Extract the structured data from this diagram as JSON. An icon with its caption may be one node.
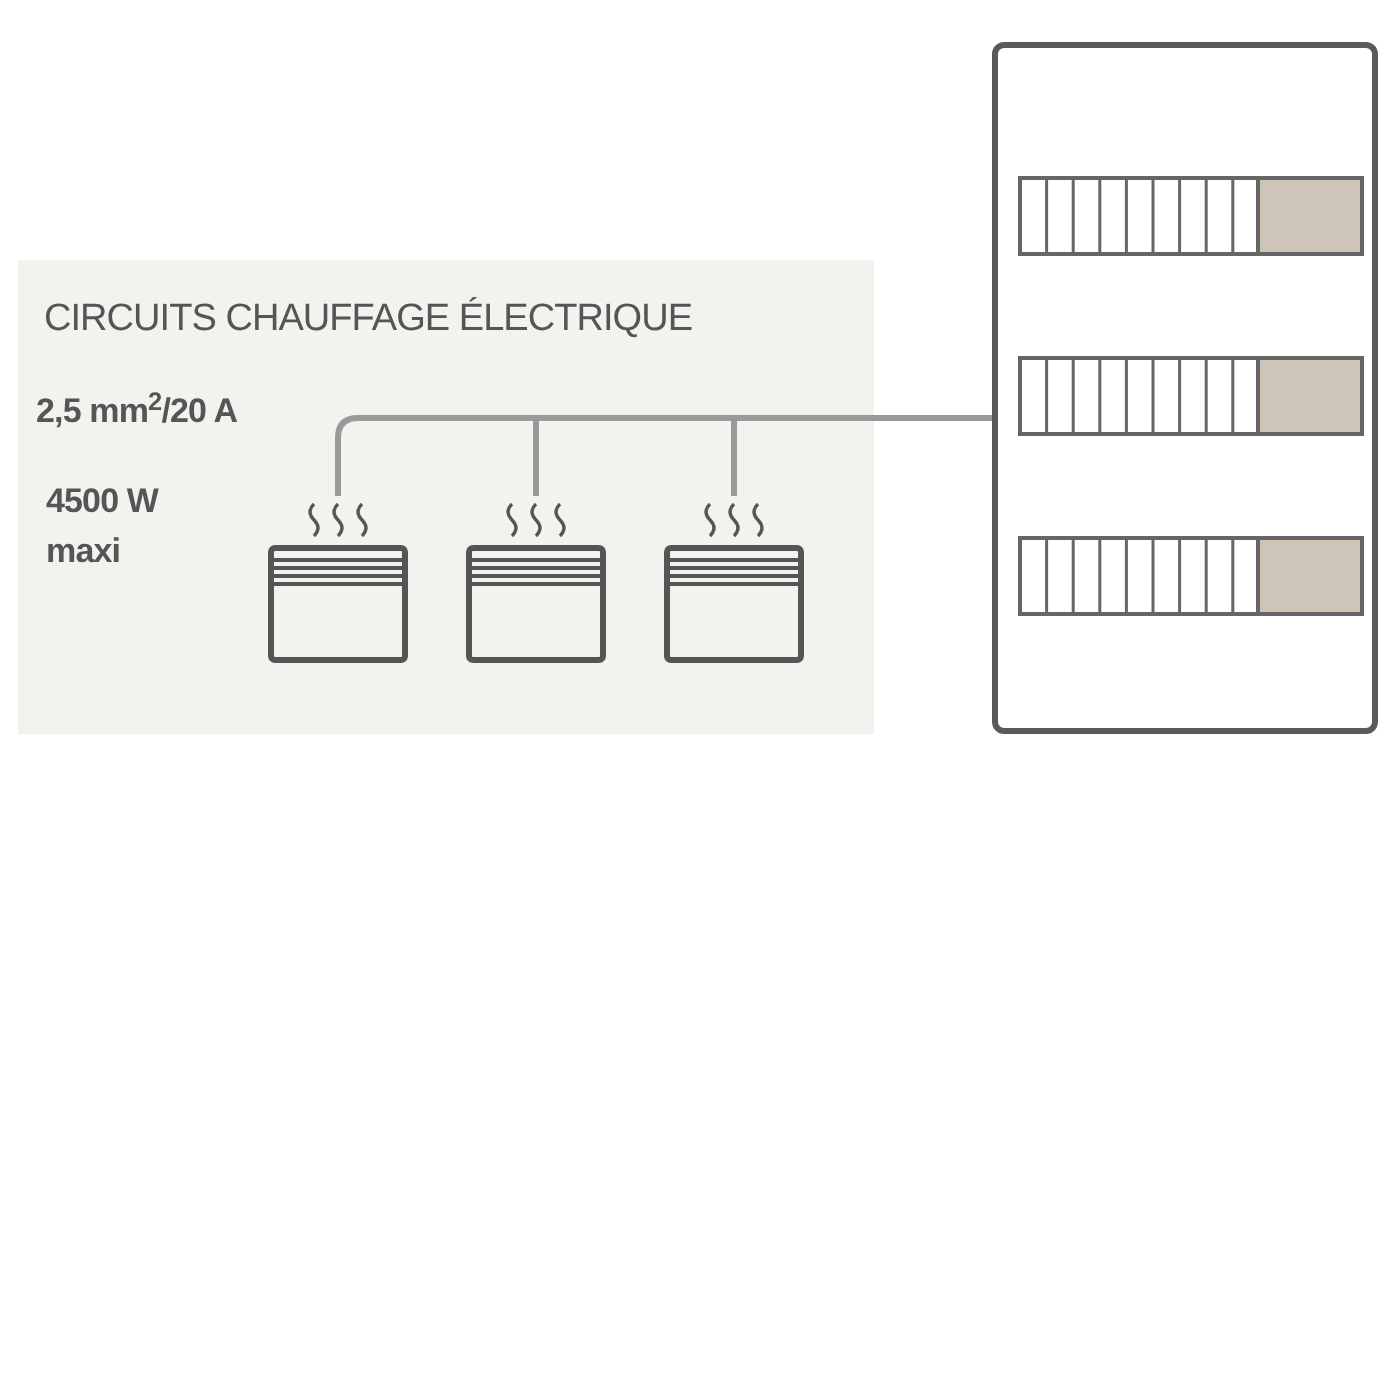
{
  "diagram": {
    "nodes": [
      {
        "text": [
          "CIRCUITS CHAUFFAGE ÉLECTRIQUE",
          "2,5 mm$^{2}$/20 A",
          "4500 W maxi"
        ]
      },
      {
        "text": [],
        "shape": "picture",
        "in": 0
      },
      {
        "text": [],
        "shape": "picture",
        "in": 0
      },
      {
        "text": [],
        "shape": "picture",
        "in": 0
      },
      {
        "text": [],
        "shape": "box"
      }
    ],
    "edges": [
      {
        "from": 4,
        "to": 1,
        "arrow": "none"
      },
      {
        "from": 4,
        "to": 2,
        "arrow": "none"
      },
      {
        "from": 4,
        "to": 3,
        "arrow": "none"
      }
    ]
  }
}
